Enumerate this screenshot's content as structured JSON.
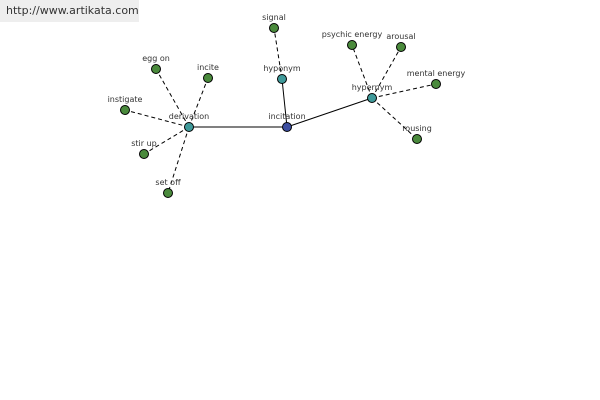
{
  "watermark": "http://www.artikata.com",
  "colors": {
    "center": "#3c4ea0",
    "relation": "#3f9a9a",
    "leaf": "#4a8a3c"
  },
  "graph": {
    "center": "incitation",
    "relations": [
      {
        "label": "derivation",
        "terms": [
          "egg on",
          "incite",
          "instigate",
          "stir up",
          "set off"
        ]
      },
      {
        "label": "hyponym",
        "terms": [
          "signal"
        ]
      },
      {
        "label": "hypernym",
        "terms": [
          "psychic energy",
          "arousal",
          "mental energy",
          "rousing"
        ]
      }
    ]
  }
}
